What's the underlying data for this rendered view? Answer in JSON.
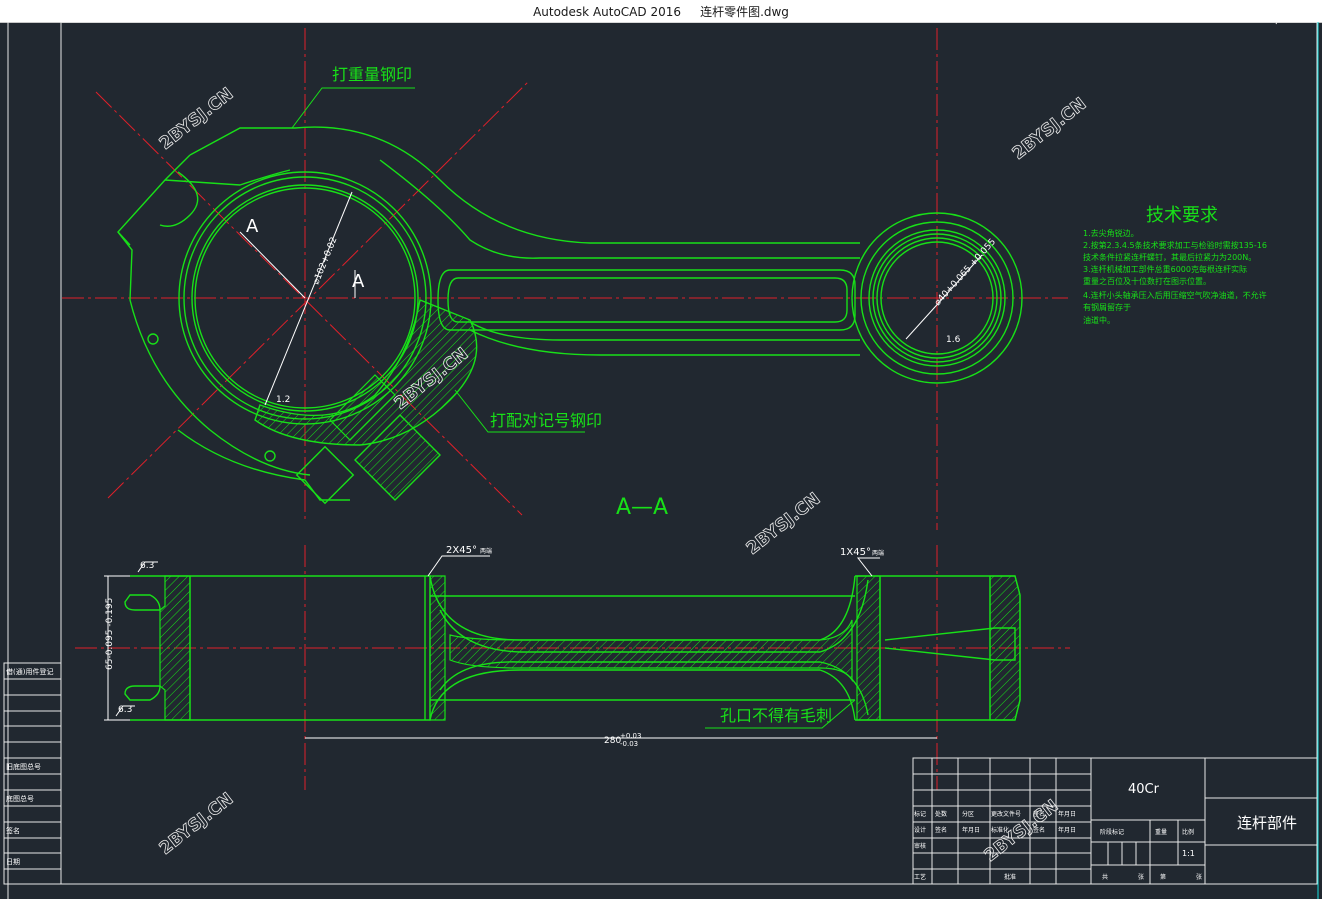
{
  "window": {
    "app": "Autodesk AutoCAD 2016",
    "file": "连杆零件图.dwg"
  },
  "drawing": {
    "watermark": "2BYSJ.CN",
    "callout_top": "打重量钢印",
    "callout_mid": "打配对记号钢印",
    "callout_bottom": "孔口不得有毛刺",
    "section_mark": "A",
    "section_mark2": "A",
    "section_title": "A—A",
    "dims": {
      "big_bore": "⌀102+0.02",
      "small_bore": "⌀40+0.065 +0.055",
      "rough_left": "1.2",
      "rough_right": "1.6",
      "chamfer_left": "2X45°",
      "chamfer_left_note": "两端",
      "chamfer_right": "1X45°",
      "chamfer_right_note": "两端",
      "surface_top": "6.3",
      "surface_bottom": "6.3",
      "width": "65-0.095 -0.195",
      "length_main": "280",
      "length_tol_up": "+0.03",
      "length_tol_down": "-0.03"
    },
    "tech": {
      "title": "技术要求",
      "lines": [
        "1.去尖角锐边。",
        "2.按第2.3.4.5条技术要求加工与检验时需按135-16",
        "技术条件拉紧连杆螺钉，其最后拉紧力为200N。",
        "3.连杆机械加工部件总重6000克每根连杆实际",
        "重量之百位及十位数打在图示位置。",
        "4.连杆小头轴承压入后用压缩空气吹净油道，不允许",
        "有钢屑留存于",
        "油道中。"
      ]
    },
    "titleblock": {
      "material": "40Cr",
      "part_name": "连杆部件",
      "scale": "1:1",
      "row_labels": [
        "标记",
        "处数",
        "分区",
        "更改文件号",
        "签名",
        "年月日"
      ],
      "row2": [
        "设计",
        "签名",
        "年月日",
        "标准化",
        "签名",
        "年月日"
      ],
      "row3": [
        "审核"
      ],
      "row4": [
        "工艺",
        "批准"
      ],
      "stage_labels": [
        "阶段标记",
        "重量",
        "比例"
      ],
      "sheet_labels": [
        "共",
        "张",
        "第",
        "张"
      ]
    },
    "left_strip": {
      "label1": "借(通)用件登记",
      "label2": "旧底图总号",
      "label3": "底图总号",
      "label4": "签名",
      "label5": "日期"
    }
  }
}
